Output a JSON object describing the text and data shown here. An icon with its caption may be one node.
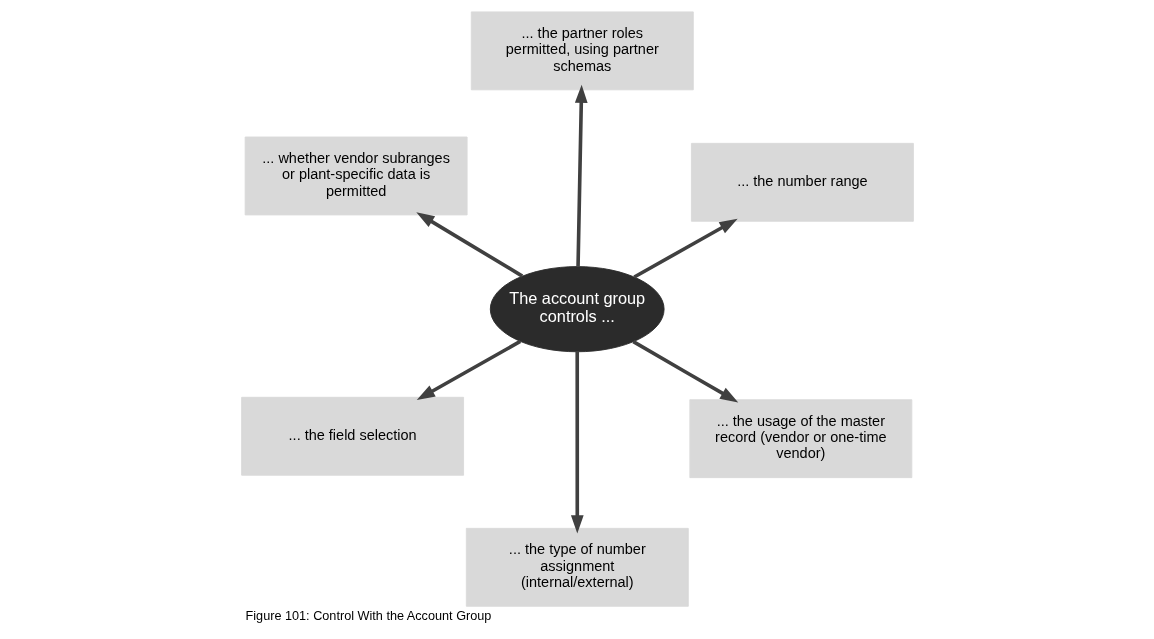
{
  "diagram": {
    "caption": "Figure 101: Control With the Account Group",
    "nodes": [
      {
        "text": [
          "The account group controls ..."
        ]
      },
      {
        "text": [
          "... the usage of the master record (vendor or one-time vendor)"
        ]
      },
      {
        "text": [
          "... the type of number assignment (internal/external)"
        ]
      },
      {
        "text": [
          "... whether vendor subranges or plant-specific data is permitted"
        ]
      },
      {
        "text": [
          "... the number range"
        ]
      },
      {
        "text": [
          "... the partner roles permitted, using partner schemas"
        ]
      },
      {
        "text": [
          "... the field selection"
        ]
      }
    ],
    "edges": [
      {
        "from": 0,
        "to": 1,
        "arrow": "to"
      },
      {
        "from": 0,
        "to": 2,
        "arrow": "to"
      },
      {
        "from": 0,
        "to": 3,
        "arrow": "to"
      },
      {
        "from": 0,
        "to": 4,
        "arrow": "to"
      },
      {
        "from": 0,
        "to": 5,
        "arrow": "to"
      },
      {
        "from": 0,
        "to": 6,
        "arrow": "to"
      }
    ]
  }
}
